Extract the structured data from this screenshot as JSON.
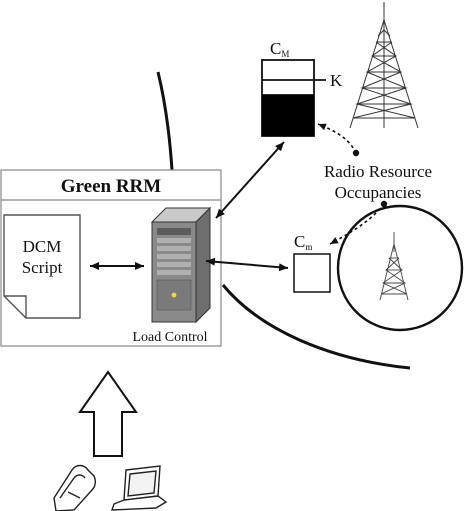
{
  "rrm_box": {
    "title": "Green RRM"
  },
  "dcm": {
    "line1": "DCM",
    "line2": "Script"
  },
  "server": {
    "label": "Load Control"
  },
  "macro_buffer": {
    "label_main": "C",
    "label_sub": "M",
    "threshold": "K",
    "fill_fraction": 0.55
  },
  "micro_buffer": {
    "label_main": "C",
    "label_sub": "m"
  },
  "annotation": {
    "line1": "Radio Resource",
    "line2": "Occupancies"
  },
  "colors": {
    "stroke": "#111111",
    "server_fill": "#8a8a8a",
    "server_light": "#c9c9c9",
    "led": "#e8d94a"
  },
  "icons": [
    "macro-tower-icon",
    "micro-tower-icon",
    "server-icon",
    "document-icon",
    "phone-icon",
    "laptop-icon",
    "up-arrow-icon"
  ]
}
